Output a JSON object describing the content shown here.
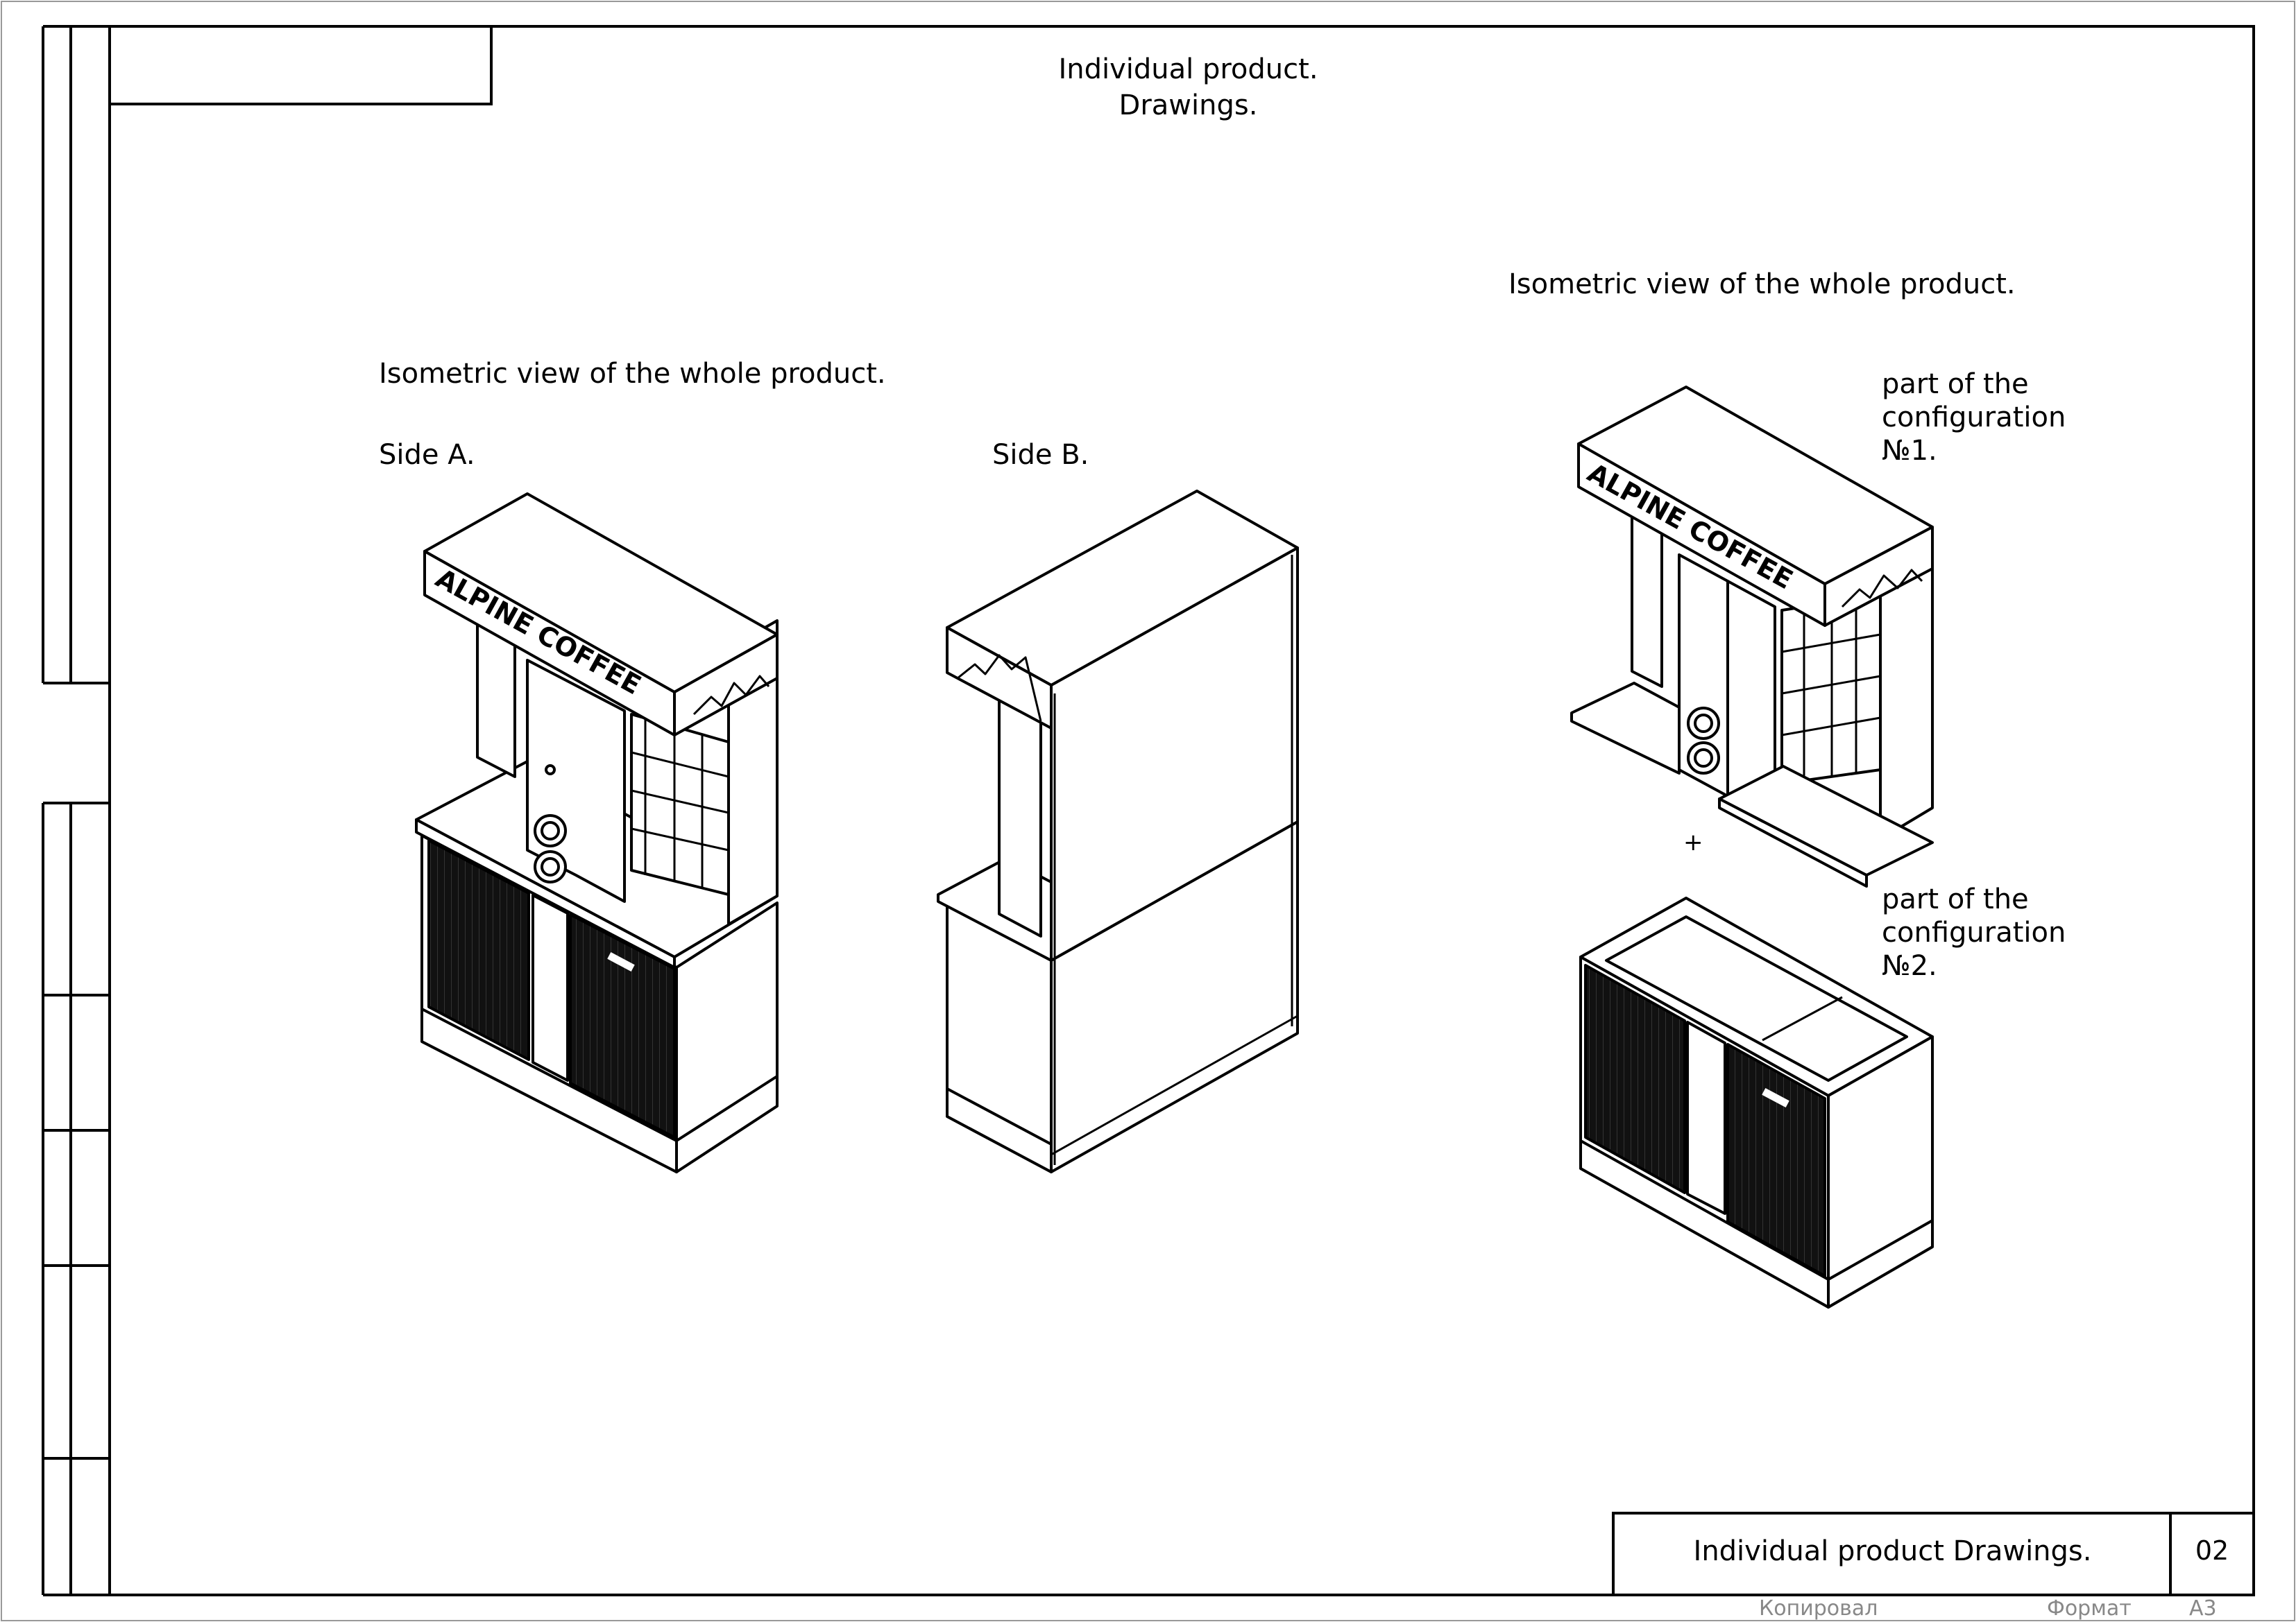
{
  "header": {
    "title_line1": "Individual product.",
    "title_line2": "Drawings."
  },
  "left_views": {
    "heading": "Isometric view of the whole product.",
    "side_a_label": "Side A.",
    "side_b_label": "Side B."
  },
  "right_views": {
    "heading": "Isometric view of the whole product.",
    "config1_note": "part of the\nconfiguration\n№1.",
    "config2_note": "part of the\nconfiguration\n№2.",
    "plus_sign": "+"
  },
  "sign_text": "ALPINE COFFEE",
  "title_block": {
    "name": "Individual product Drawings.",
    "sheet_number": "02"
  },
  "footer": {
    "copied_label": "Копировал",
    "format_label": "Формат",
    "format_value": "A3"
  }
}
